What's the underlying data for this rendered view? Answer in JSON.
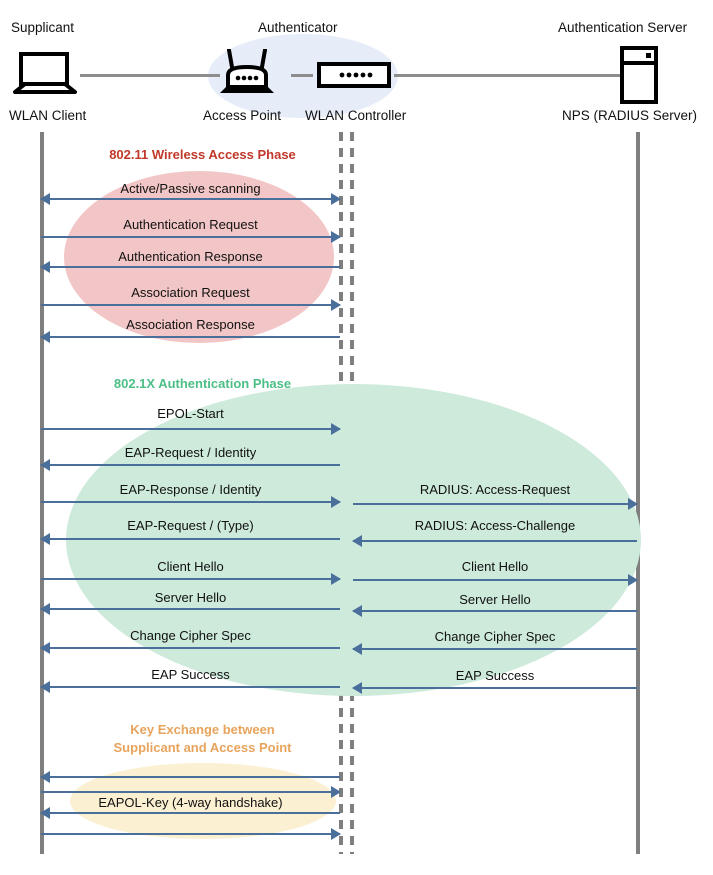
{
  "diagram": {
    "title": "802.1X / WPA2-Enterprise WLAN authentication sequence",
    "colors": {
      "arrow": "#4a6f9b",
      "lifeline": "#7f7f7f",
      "phase_11_text": "#c0392b",
      "phase_1x_text": "#4cbf87",
      "phase_key_text": "#e8a45c",
      "phase_11_fill": "#f2c6c6",
      "phase_1x_fill": "#cdeadb",
      "phase_key_fill": "#fcf0d2",
      "authenticator_fill": "#e7edf8"
    }
  },
  "actors": [
    {
      "id": "supplicant",
      "role": "Supplicant",
      "device": "WLAN Client",
      "icon": "laptop-icon"
    },
    {
      "id": "access-point",
      "role": "Authenticator",
      "device": "Access Point",
      "icon": "wireless-router-icon"
    },
    {
      "id": "wlan-controller",
      "role": "",
      "device": "WLAN Controller",
      "icon": "network-switch-icon"
    },
    {
      "id": "auth-server",
      "role": "Authentication Server",
      "device": "NPS (RADIUS Server)",
      "icon": "server-icon"
    }
  ],
  "phases": [
    {
      "id": "phase-80211",
      "label": "802.11 Wireless Access Phase",
      "color": "#c0392b"
    },
    {
      "id": "phase-8021x",
      "label": "802.1X Authentication Phase",
      "color": "#4cbf87"
    },
    {
      "id": "phase-key-exchange",
      "label": "Key Exchange between\nSupplicant and Access Point",
      "color": "#e8a45c"
    }
  ],
  "messages_left": [
    {
      "label": "Active/Passive scanning",
      "direction": "both"
    },
    {
      "label": "Authentication Request",
      "direction": "right"
    },
    {
      "label": "Authentication Response",
      "direction": "left"
    },
    {
      "label": "Association Request",
      "direction": "right"
    },
    {
      "label": "Association Response",
      "direction": "left"
    },
    {
      "label": "EPOL-Start",
      "direction": "right"
    },
    {
      "label": "EAP-Request / Identity",
      "direction": "left"
    },
    {
      "label": "EAP-Response / Identity",
      "direction": "right"
    },
    {
      "label": "EAP-Request / (Type)",
      "direction": "left"
    },
    {
      "label": "Client Hello",
      "direction": "right"
    },
    {
      "label": "Server Hello",
      "direction": "left"
    },
    {
      "label": "Change Cipher Spec",
      "direction": "left"
    },
    {
      "label": "EAP Success",
      "direction": "left"
    },
    {
      "label": "",
      "direction": "left"
    },
    {
      "label": "EAPOL-Key (4-way handshake)",
      "direction": "right"
    },
    {
      "label": "",
      "direction": "left"
    },
    {
      "label": "",
      "direction": "right"
    }
  ],
  "messages_right": [
    {
      "label": "RADIUS: Access-Request",
      "direction": "right"
    },
    {
      "label": "RADIUS: Access-Challenge",
      "direction": "left"
    },
    {
      "label": "Client Hello",
      "direction": "right"
    },
    {
      "label": "Server Hello",
      "direction": "left"
    },
    {
      "label": "Change Cipher Spec",
      "direction": "left"
    },
    {
      "label": "EAP Success",
      "direction": "left"
    }
  ]
}
